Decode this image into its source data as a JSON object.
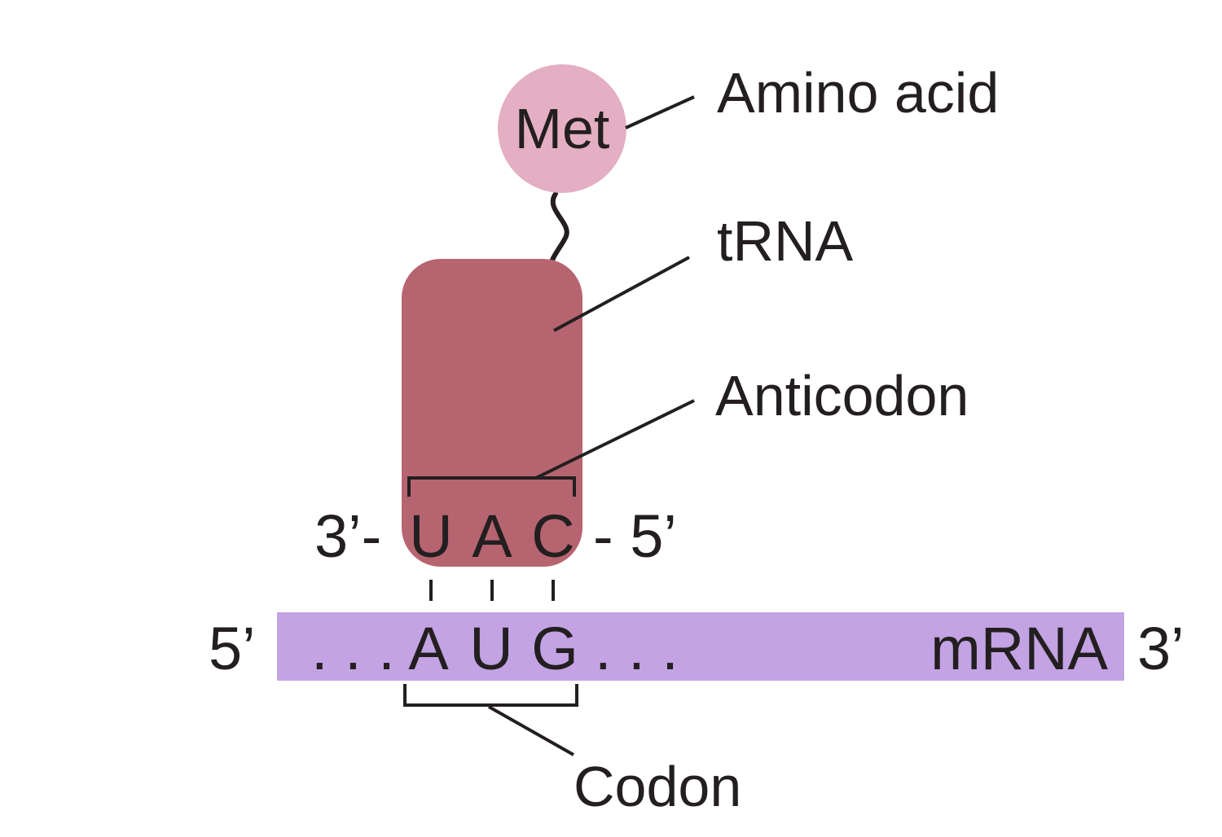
{
  "amino_acid": {
    "abbreviation": "Met",
    "label": "Amino acid"
  },
  "trna": {
    "label": "tRNA"
  },
  "anticodon": {
    "label": "Anticodon",
    "prime_left": "3’-",
    "bases": [
      "U",
      "A",
      "C"
    ],
    "prime_right": "- 5’"
  },
  "mrna": {
    "prime_left": "5’",
    "dots_before": ". . .",
    "bases": [
      "A",
      "U",
      "G"
    ],
    "dots_after": ". . .",
    "label": "mRNA",
    "prime_right": "3’"
  },
  "codon": {
    "label": "Codon"
  },
  "colors": {
    "amino_acid_fill": "#e4aec3",
    "trna_fill": "#b76471",
    "mrna_fill": "#c3a3e3",
    "line": "#231f20"
  }
}
